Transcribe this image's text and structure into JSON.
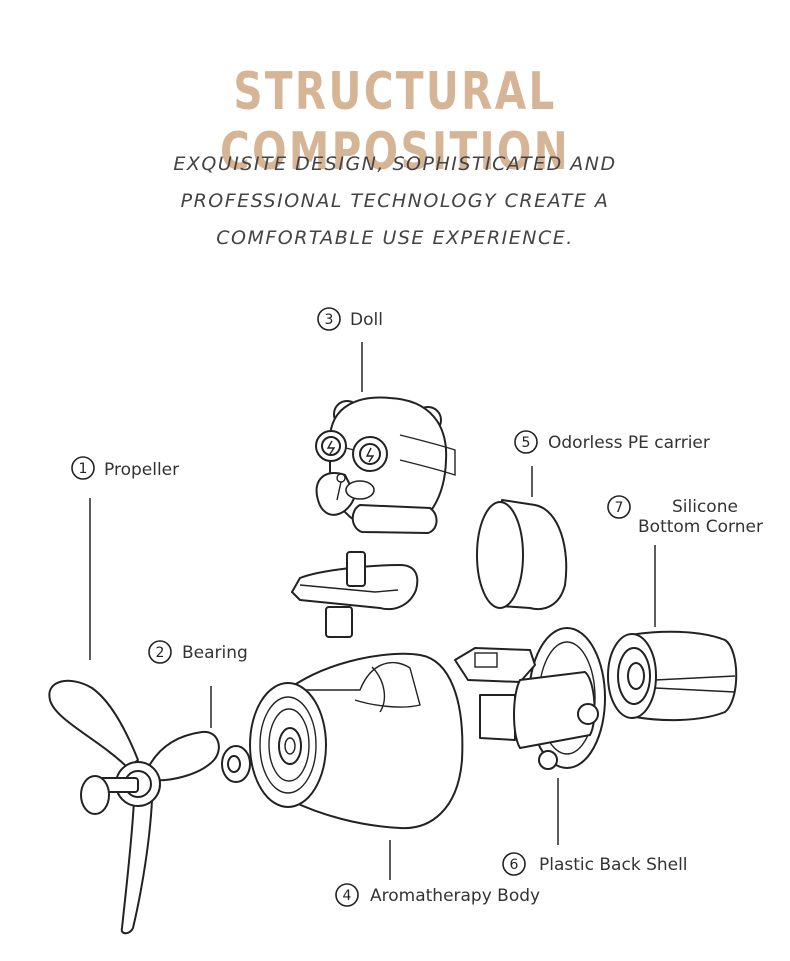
{
  "header": {
    "title": "STRUCTURAL COMPOSITION",
    "subtitle_lines": [
      "EXQUISITE DESIGN, SOPHISTICATED AND",
      "PROFESSIONAL TECHNOLOGY CREATE A",
      "COMFORTABLE USE EXPERIENCE."
    ],
    "title_color": "#d6b596"
  },
  "parts": [
    {
      "number": "1",
      "label": "Propeller"
    },
    {
      "number": "2",
      "label": "Bearing"
    },
    {
      "number": "3",
      "label": "Doll"
    },
    {
      "number": "4",
      "label": "Aromatherapy Body"
    },
    {
      "number": "5",
      "label": "Odorless PE carrier"
    },
    {
      "number": "6",
      "label": "Plastic Back Shell"
    },
    {
      "number": "7",
      "label_line1": "Silicone",
      "label_line2": "Bottom Corner"
    }
  ]
}
